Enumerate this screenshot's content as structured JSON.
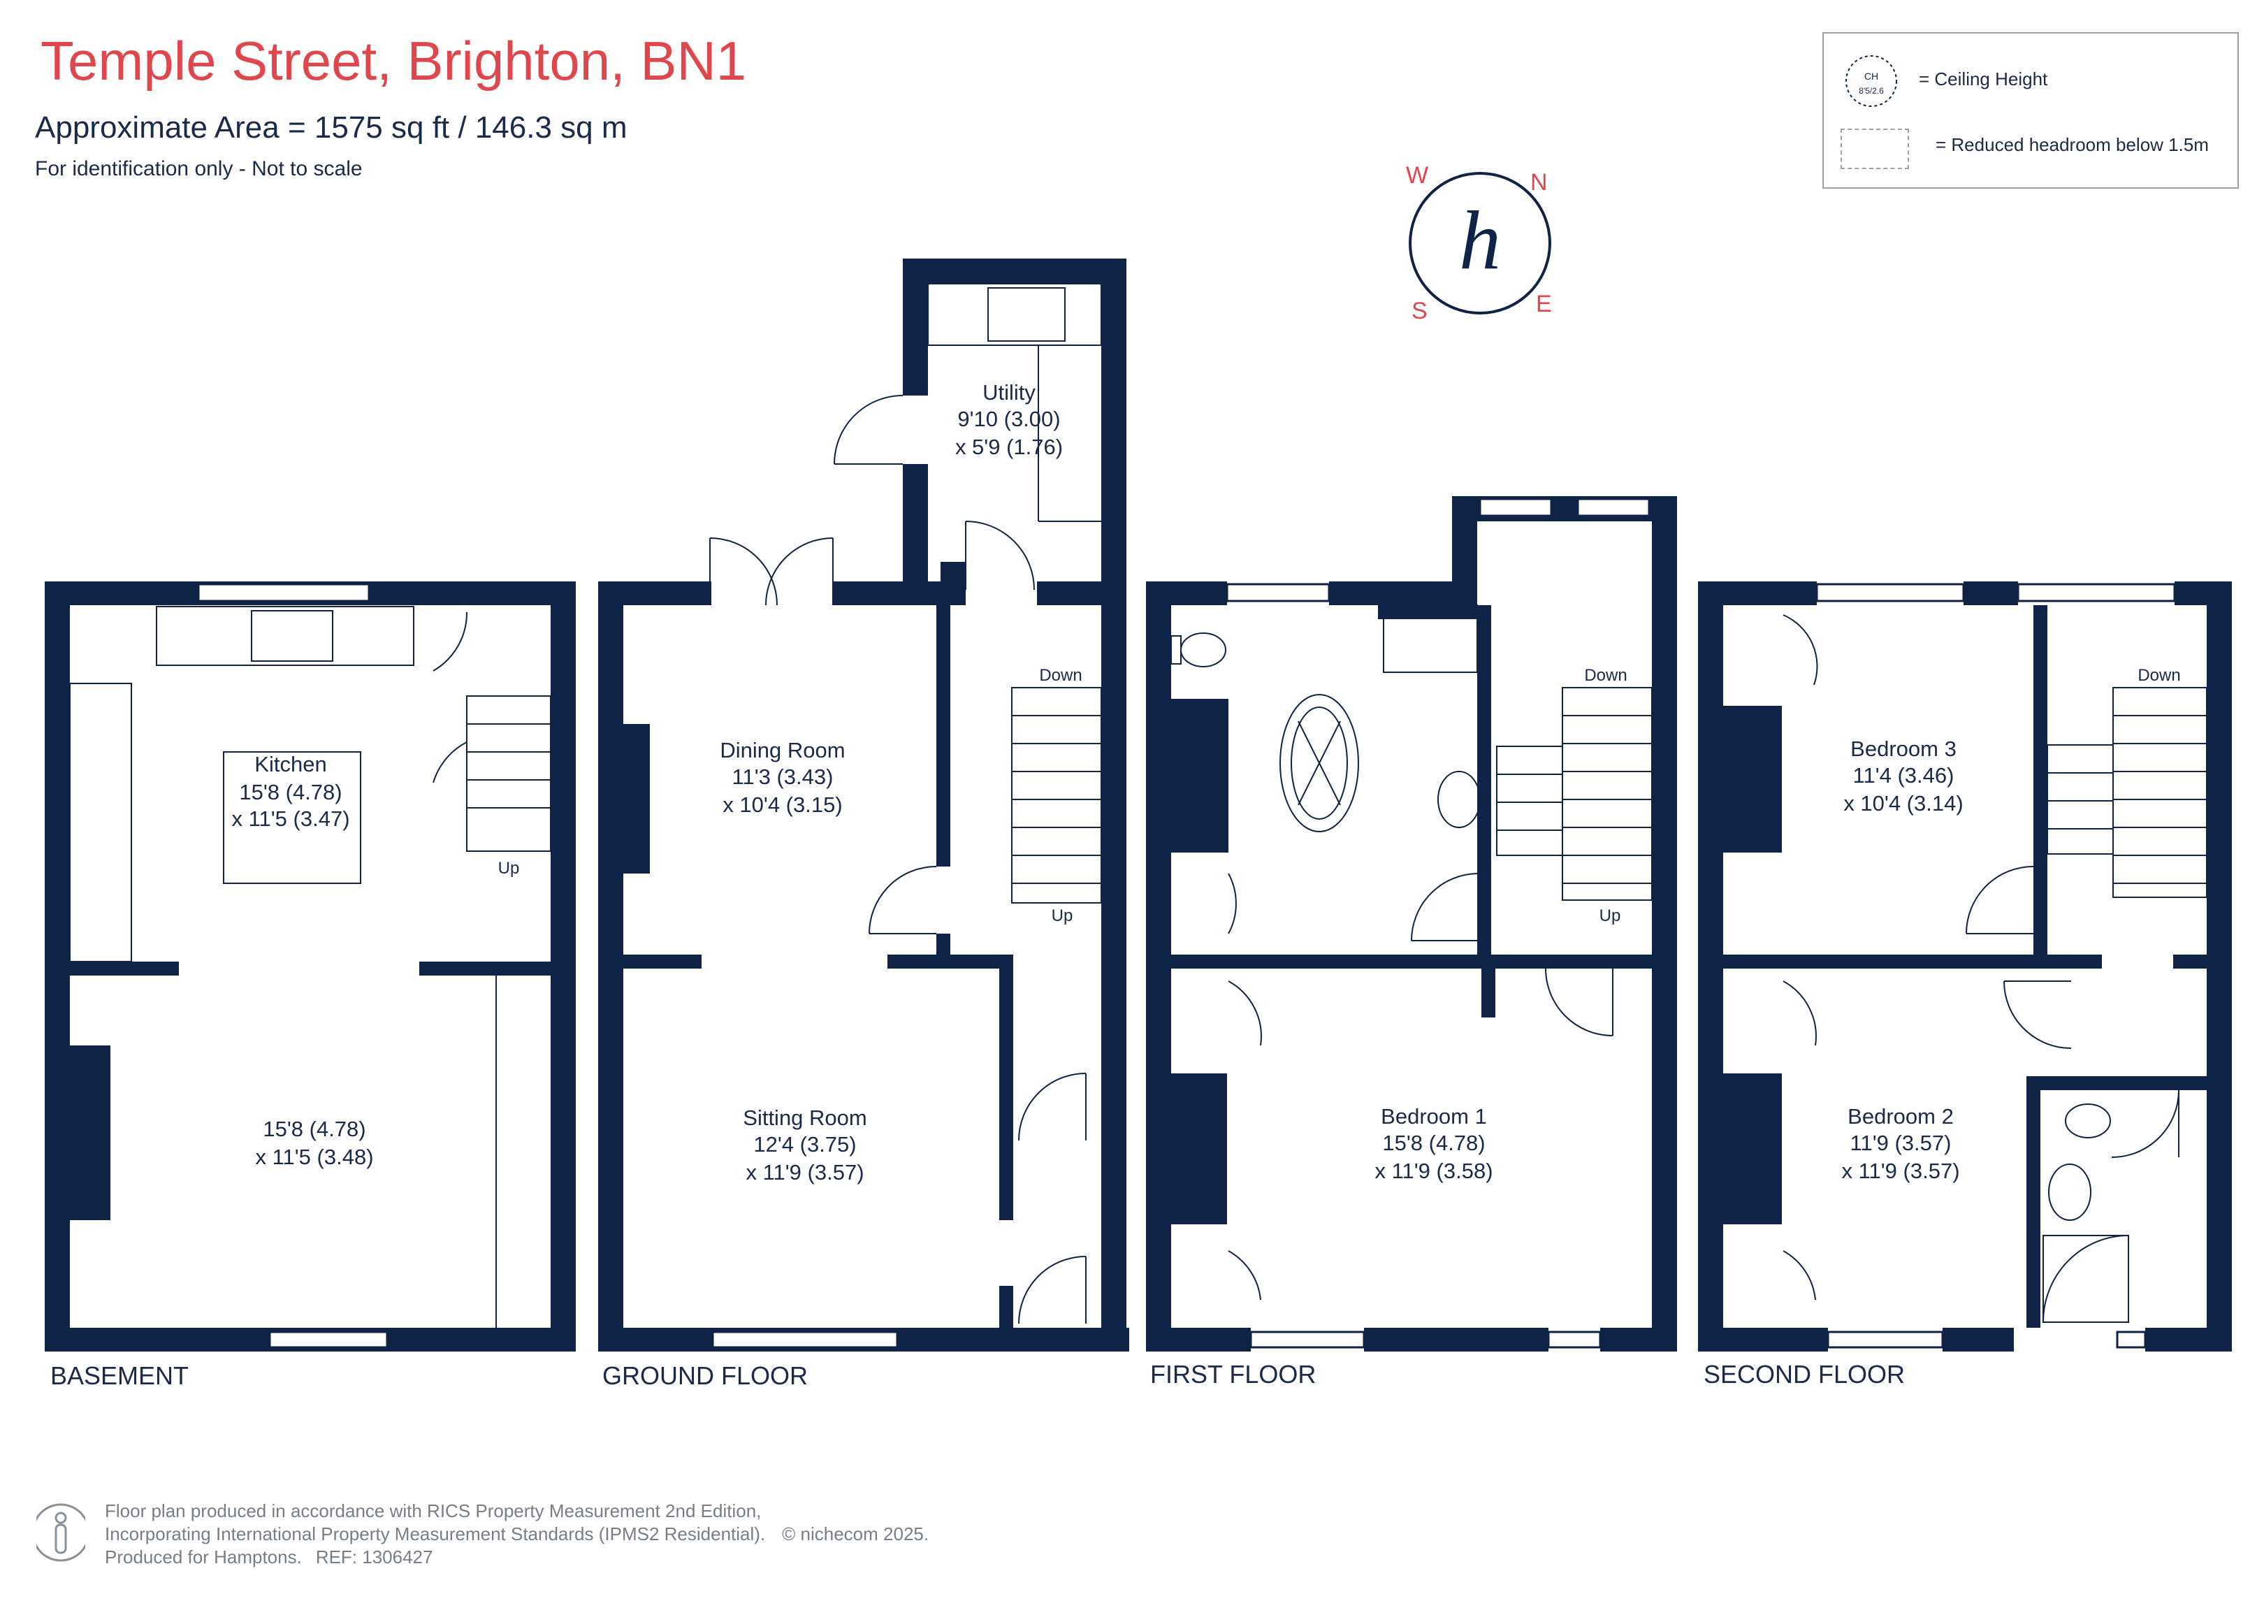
{
  "header": {
    "title": "Temple Street, Brighton, BN1",
    "area": "Approximate Area = 1575 sq ft / 146.3 sq m",
    "note": "For identification only - Not to scale"
  },
  "legend": {
    "ceiling_symbol_top": "CH",
    "ceiling_symbol_bottom": "8'5/2.6",
    "ceiling_label": "= Ceiling Height",
    "reduced_label": "= Reduced headroom below 1.5m"
  },
  "compass": {
    "w": "W",
    "n": "N",
    "s": "S",
    "e": "E",
    "logo": "h"
  },
  "floors": {
    "basement": "BASEMENT",
    "ground": "GROUND FLOOR",
    "first": "FIRST FLOOR",
    "second": "SECOND FLOOR"
  },
  "rooms": {
    "kitchen": {
      "name": "Kitchen",
      "dim1": "15'8 (4.78)",
      "dim2": "x 11'5 (3.47)"
    },
    "basement_room": {
      "dim1": "15'8 (4.78)",
      "dim2": "x 11'5 (3.48)"
    },
    "utility": {
      "name": "Utility",
      "dim1": "9'10 (3.00)",
      "dim2": "x 5'9 (1.76)"
    },
    "dining": {
      "name": "Dining Room",
      "dim1": "11'3 (3.43)",
      "dim2": "x 10'4 (3.15)"
    },
    "sitting": {
      "name": "Sitting Room",
      "dim1": "12'4 (3.75)",
      "dim2": "x 11'9 (3.57)"
    },
    "bedroom1": {
      "name": "Bedroom 1",
      "dim1": "15'8 (4.78)",
      "dim2": "x 11'9 (3.58)"
    },
    "bedroom2": {
      "name": "Bedroom 2",
      "dim1": "11'9 (3.57)",
      "dim2": "x 11'9 (3.57)"
    },
    "bedroom3": {
      "name": "Bedroom 3",
      "dim1": "11'4 (3.46)",
      "dim2": "x 10'4 (3.14)"
    }
  },
  "stairs": {
    "up": "Up",
    "down": "Down"
  },
  "footer": {
    "line1": "Floor plan produced in accordance with RICS Property Measurement 2nd Edition,",
    "line2": "Incorporating International Property Measurement Standards (IPMS2 Residential).",
    "line3": "Produced for Hamptons.",
    "ref": "REF:  1306427",
    "copyright": "© nichecom 2025."
  },
  "colors": {
    "wall": "#0f2346",
    "title": "#e0474c",
    "text": "#1a2a4a",
    "compass": "#e0474c"
  }
}
